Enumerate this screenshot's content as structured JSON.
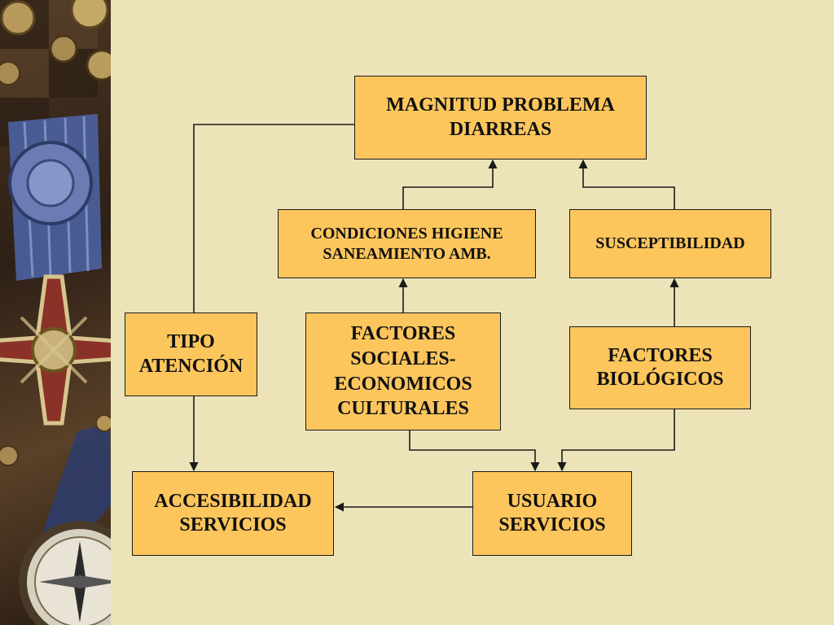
{
  "colors": {
    "background": "#ece3b9",
    "box_fill": "#fcc65d",
    "box_border": "#1a1a1a",
    "line": "#1a1a1a"
  },
  "nodes": {
    "magnitud": "MAGNITUD PROBLEMA\nDIARREAS",
    "condiciones": "CONDICIONES HIGIENE\nSANEAMIENTO AMB.",
    "susceptibilidad": "SUSCEPTIBILIDAD",
    "tipo": "TIPO\nATENCIÓN",
    "sociales": "FACTORES\nSOCIALES-\nECONOMICOS\nCULTURALES",
    "biologicos": "FACTORES\nBIOLÓGICOS",
    "accesibilidad": "ACCESIBILIDAD\nSERVICIOS",
    "usuario": "USUARIO\nSERVICIOS"
  },
  "edges": [
    {
      "from": "condiciones",
      "to": "magnitud"
    },
    {
      "from": "susceptibilidad",
      "to": "magnitud"
    },
    {
      "from": "sociales",
      "to": "condiciones"
    },
    {
      "from": "biologicos",
      "to": "susceptibilidad"
    },
    {
      "from": "magnitud",
      "to": "tipo"
    },
    {
      "from": "tipo",
      "to": "accesibilidad"
    },
    {
      "from": "sociales",
      "to": "usuario"
    },
    {
      "from": "biologicos",
      "to": "usuario"
    },
    {
      "from": "usuario",
      "to": "accesibilidad"
    }
  ],
  "decor": {
    "sidebar_image": "medal-and-compass-photo"
  }
}
